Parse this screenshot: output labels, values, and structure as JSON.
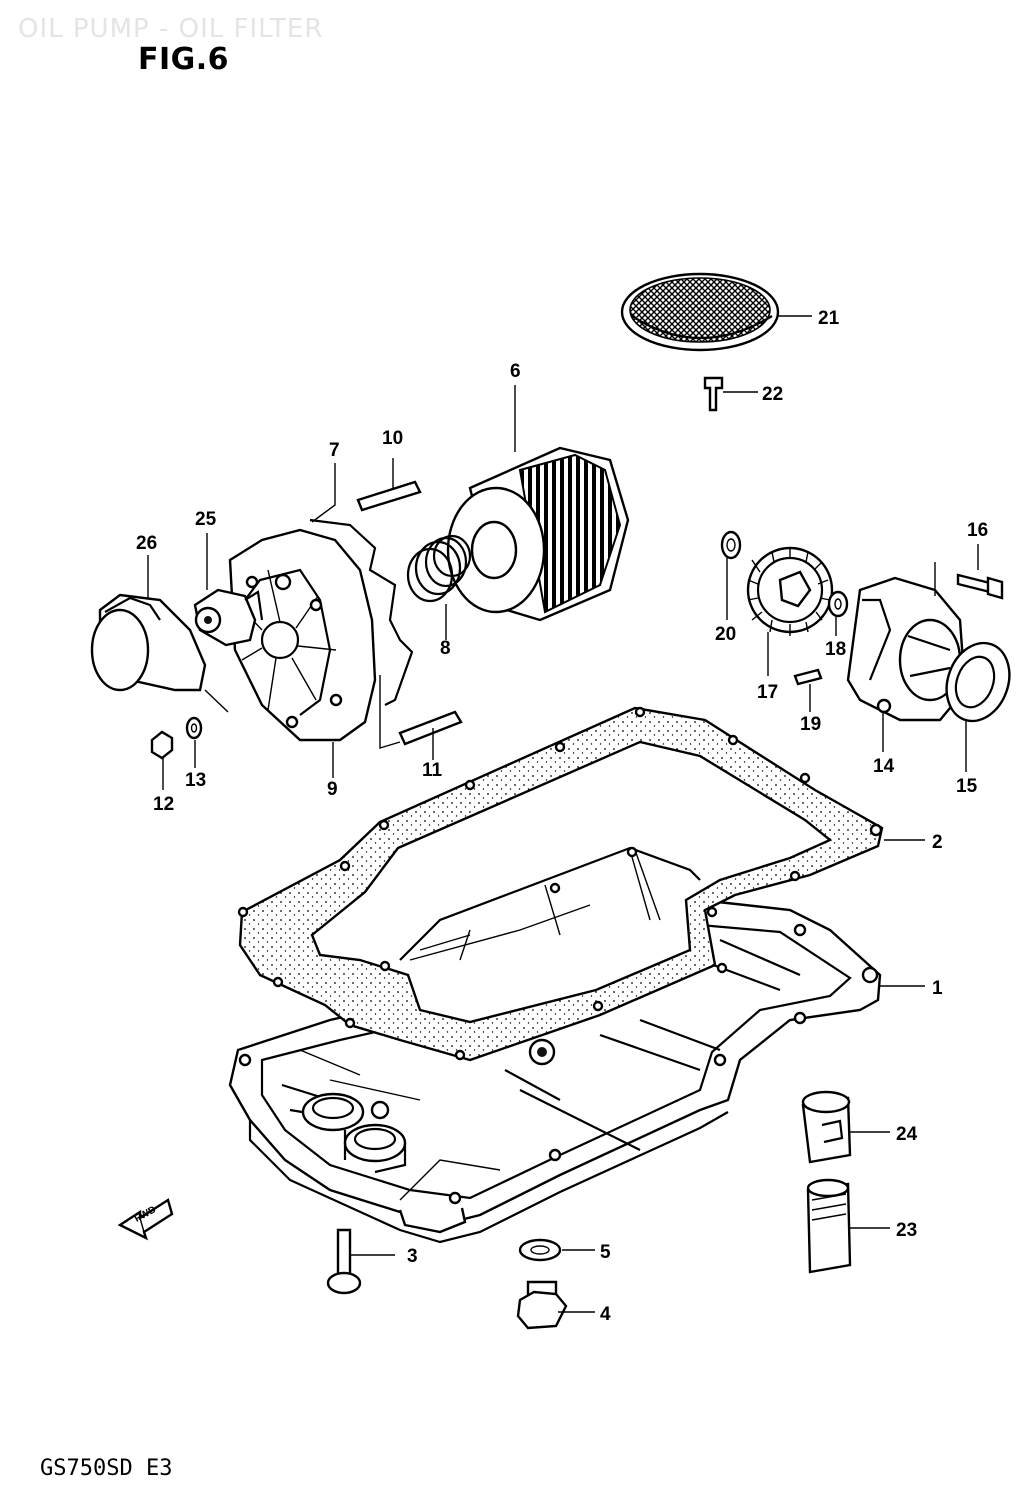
{
  "header": {
    "faded_title": "OIL PUMP - OIL FILTER",
    "figure_label": "FIG.6"
  },
  "footer": {
    "model_code": "GS750SD  E3"
  },
  "callouts": {
    "c1": "1",
    "c2": "2",
    "c3": "3",
    "c4": "4",
    "c5": "5",
    "c6": "6",
    "c7": "7",
    "c8": "8",
    "c9": "9",
    "c10": "10",
    "c11": "11",
    "c12": "12",
    "c13": "13",
    "c14": "14",
    "c15": "15",
    "c16": "16",
    "c17": "17",
    "c18": "18",
    "c19": "19",
    "c20": "20",
    "c21": "21",
    "c22": "22",
    "c23": "23",
    "c24": "24",
    "c25": "25",
    "c26": "26"
  },
  "direction_marker": {
    "label": "FWD",
    "icon": "forward-arrow-icon"
  }
}
